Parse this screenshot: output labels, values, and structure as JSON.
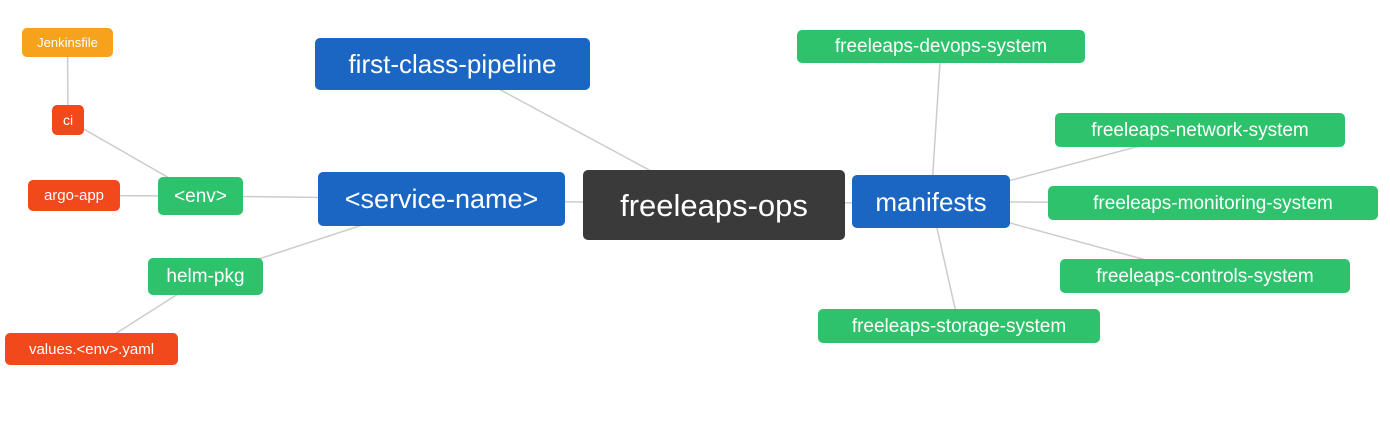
{
  "diagram": {
    "type": "mindmap",
    "edge_color": "#cccccc",
    "colors": {
      "blue": "#1a66c2",
      "dark": "#3a3a3a",
      "green": "#2dc26b",
      "red": "#f2491c",
      "orange": "#f6a21d"
    },
    "nodes": [
      {
        "id": "jenkinsfile",
        "label": "Jenkinsfile",
        "color": "orange"
      },
      {
        "id": "ci",
        "label": "ci",
        "color": "red"
      },
      {
        "id": "argo-app",
        "label": "argo-app",
        "color": "red"
      },
      {
        "id": "env",
        "label": "<env>",
        "color": "green"
      },
      {
        "id": "service-name",
        "label": "<service-name>",
        "color": "blue"
      },
      {
        "id": "first-class-pipeline",
        "label": "first-class-pipeline",
        "color": "blue"
      },
      {
        "id": "freeleaps-ops",
        "label": "freeleaps-ops",
        "color": "dark"
      },
      {
        "id": "manifests",
        "label": "manifests",
        "color": "blue"
      },
      {
        "id": "devops-system",
        "label": "freeleaps-devops-system",
        "color": "green"
      },
      {
        "id": "network-system",
        "label": "freeleaps-network-system",
        "color": "green"
      },
      {
        "id": "monitoring-system",
        "label": "freeleaps-monitoring-system",
        "color": "green"
      },
      {
        "id": "controls-system",
        "label": "freeleaps-controls-system",
        "color": "green"
      },
      {
        "id": "storage-system",
        "label": "freeleaps-storage-system",
        "color": "green"
      },
      {
        "id": "helm-pkg",
        "label": "helm-pkg",
        "color": "green"
      },
      {
        "id": "values-env-yaml",
        "label": "values.<env>.yaml",
        "color": "red"
      }
    ],
    "edges": [
      [
        "jenkinsfile",
        "ci"
      ],
      [
        "ci",
        "env"
      ],
      [
        "argo-app",
        "env"
      ],
      [
        "env",
        "service-name"
      ],
      [
        "helm-pkg",
        "service-name"
      ],
      [
        "values-env-yaml",
        "helm-pkg"
      ],
      [
        "service-name",
        "freeleaps-ops"
      ],
      [
        "first-class-pipeline",
        "freeleaps-ops"
      ],
      [
        "freeleaps-ops",
        "manifests"
      ],
      [
        "manifests",
        "devops-system"
      ],
      [
        "manifests",
        "network-system"
      ],
      [
        "manifests",
        "monitoring-system"
      ],
      [
        "manifests",
        "controls-system"
      ],
      [
        "manifests",
        "storage-system"
      ]
    ]
  }
}
